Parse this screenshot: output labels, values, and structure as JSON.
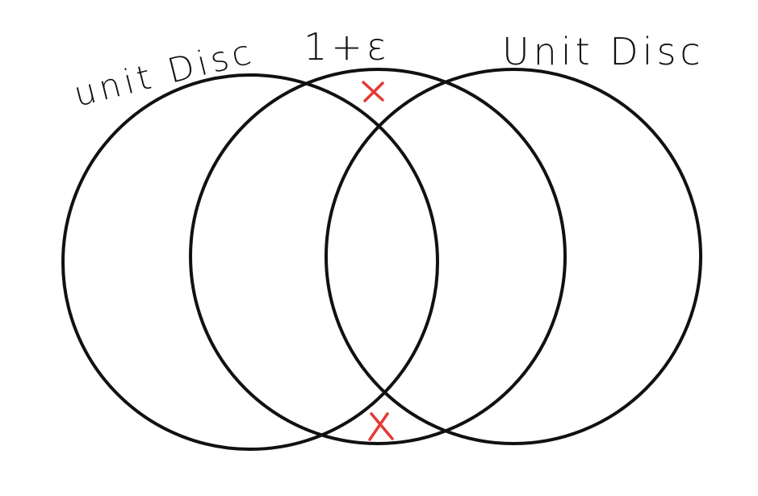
{
  "labels": {
    "left_circle": "unit Disc",
    "middle_circle": "1+ε",
    "right_circle": "Unit Disc"
  },
  "colors": {
    "stroke": "#111111",
    "marks": "#e53935",
    "background": "#ffffff"
  },
  "marks": {
    "top": "intersection-mark",
    "bottom": "intersection-mark"
  }
}
